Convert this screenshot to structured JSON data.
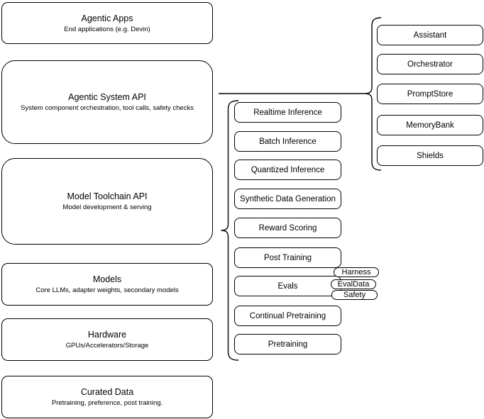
{
  "diagram": {
    "background_color": "#ffffff",
    "stroke_color": "#000000",
    "left_stack": [
      {
        "title": "Agentic Apps",
        "subtitle": "End applications (e.g. Devin)"
      },
      {
        "title": "Agentic System API",
        "subtitle": "System component orchestration, tool calls, safety checks"
      },
      {
        "title": "Model Toolchain API",
        "subtitle": "Model development & serving"
      },
      {
        "title": "Models",
        "subtitle": "Core LLMs, adapter weights, secondary models"
      },
      {
        "title": "Hardware",
        "subtitle": "GPUs/Accelerators/Storage"
      },
      {
        "title": "Curated Data",
        "subtitle": "Pretraining, preference, post training."
      }
    ],
    "toolchain_items": [
      "Realtime Inference",
      "Batch Inference",
      "Quantized Inference",
      "Synthetic Data Generation",
      "Reward Scoring",
      "Post Training",
      "Evals",
      "Continual Pretraining",
      "Pretraining"
    ],
    "eval_tags": [
      "Harness",
      "EvalData",
      "Safety"
    ],
    "system_components": [
      "Assistant",
      "Orchestrator",
      "PromptStore",
      "MemoryBank",
      "Shields"
    ]
  }
}
